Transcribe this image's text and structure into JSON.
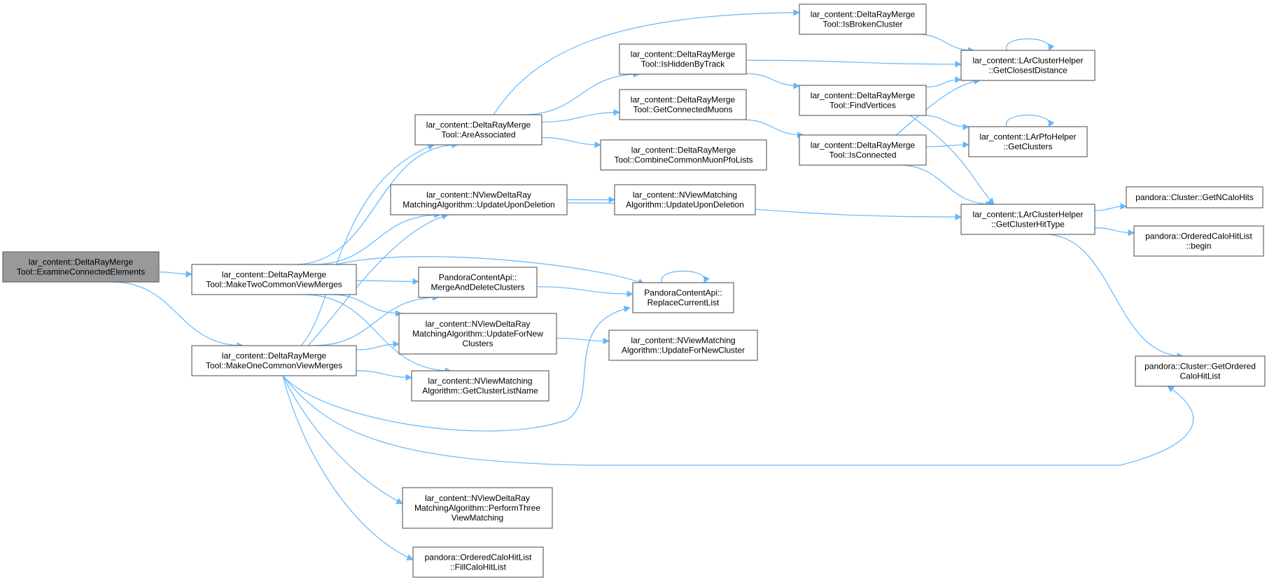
{
  "graph": {
    "edge_color": "#63b8ff",
    "root_fill": "#999999",
    "nodes": [
      {
        "id": "n0",
        "lines": [
          "lar_content::DeltaRayMerge",
          "Tool::ExamineConnectedElements"
        ],
        "root": true
      },
      {
        "id": "n1",
        "lines": [
          "lar_content::DeltaRayMerge",
          "Tool::MakeTwoCommonViewMerges"
        ]
      },
      {
        "id": "n2",
        "lines": [
          "lar_content::DeltaRayMerge",
          "Tool::MakeOneCommonViewMerges"
        ]
      },
      {
        "id": "n3",
        "lines": [
          "lar_content::DeltaRayMerge",
          "Tool::AreAssociated"
        ]
      },
      {
        "id": "n4",
        "lines": [
          "lar_content::NViewDeltaRay",
          "MatchingAlgorithm::UpdateUponDeletion"
        ]
      },
      {
        "id": "n5",
        "lines": [
          "PandoraContentApi::",
          "MergeAndDeleteClusters"
        ]
      },
      {
        "id": "n6",
        "lines": [
          "lar_content::NViewDeltaRay",
          "MatchingAlgorithm::UpdateForNew",
          "Clusters"
        ]
      },
      {
        "id": "n7",
        "lines": [
          "lar_content::NViewMatching",
          "Algorithm::GetClusterListName"
        ]
      },
      {
        "id": "n8",
        "lines": [
          "lar_content::NViewDeltaRay",
          "MatchingAlgorithm::PerformThree",
          "ViewMatching"
        ]
      },
      {
        "id": "n9",
        "lines": [
          "pandora::OrderedCaloHitList",
          "::FillCaloHitList"
        ]
      },
      {
        "id": "n10",
        "lines": [
          "lar_content::DeltaRayMerge",
          "Tool::IsHiddenByTrack"
        ]
      },
      {
        "id": "n11",
        "lines": [
          "lar_content::DeltaRayMerge",
          "Tool::GetConnectedMuons"
        ]
      },
      {
        "id": "n12",
        "lines": [
          "lar_content::DeltaRayMerge",
          "Tool::CombineCommonMuonPfoLists"
        ]
      },
      {
        "id": "n13",
        "lines": [
          "lar_content::NViewMatching",
          "Algorithm::UpdateUponDeletion"
        ]
      },
      {
        "id": "n14",
        "lines": [
          "PandoraContentApi::",
          "ReplaceCurrentList"
        ]
      },
      {
        "id": "n15",
        "lines": [
          "lar_content::NViewMatching",
          "Algorithm::UpdateForNewCluster"
        ]
      },
      {
        "id": "n16",
        "lines": [
          "lar_content::DeltaRayMerge",
          "Tool::IsBrokenCluster"
        ]
      },
      {
        "id": "n17",
        "lines": [
          "lar_content::DeltaRayMerge",
          "Tool::FindVertices"
        ]
      },
      {
        "id": "n18",
        "lines": [
          "lar_content::DeltaRayMerge",
          "Tool::IsConnected"
        ]
      },
      {
        "id": "n19",
        "lines": [
          "lar_content::LArClusterHelper",
          "::GetClosestDistance"
        ]
      },
      {
        "id": "n20",
        "lines": [
          "lar_content::LArPfoHelper",
          "::GetClusters"
        ]
      },
      {
        "id": "n21",
        "lines": [
          "lar_content::LArClusterHelper",
          "::GetClusterHitType"
        ]
      },
      {
        "id": "n22",
        "lines": [
          "pandora::Cluster::GetNCaloHits"
        ]
      },
      {
        "id": "n23",
        "lines": [
          "pandora::OrderedCaloHitList",
          "::begin"
        ]
      },
      {
        "id": "n24",
        "lines": [
          "pandora::Cluster::GetOrdered",
          "CaloHitList"
        ]
      }
    ],
    "edges": [
      {
        "from": "n0",
        "to": "n1"
      },
      {
        "from": "n0",
        "to": "n2"
      },
      {
        "from": "n1",
        "to": "n3"
      },
      {
        "from": "n1",
        "to": "n4"
      },
      {
        "from": "n1",
        "to": "n5"
      },
      {
        "from": "n1",
        "to": "n14"
      },
      {
        "from": "n1",
        "to": "n6"
      },
      {
        "from": "n1",
        "to": "n7"
      },
      {
        "from": "n2",
        "to": "n3"
      },
      {
        "from": "n2",
        "to": "n4"
      },
      {
        "from": "n2",
        "to": "n5"
      },
      {
        "from": "n2",
        "to": "n6"
      },
      {
        "from": "n2",
        "to": "n7"
      },
      {
        "from": "n2",
        "to": "n14"
      },
      {
        "from": "n2",
        "to": "n24"
      },
      {
        "from": "n2",
        "to": "n8"
      },
      {
        "from": "n2",
        "to": "n9"
      },
      {
        "from": "n3",
        "to": "n16"
      },
      {
        "from": "n3",
        "to": "n10"
      },
      {
        "from": "n3",
        "to": "n11"
      },
      {
        "from": "n3",
        "to": "n12"
      },
      {
        "from": "n4",
        "to": "n13"
      },
      {
        "from": "n4",
        "to": "n21"
      },
      {
        "from": "n5",
        "to": "n14"
      },
      {
        "from": "n6",
        "to": "n15"
      },
      {
        "from": "n10",
        "to": "n19"
      },
      {
        "from": "n10",
        "to": "n17"
      },
      {
        "from": "n11",
        "to": "n18"
      },
      {
        "from": "n14",
        "to": "n14"
      },
      {
        "from": "n16",
        "to": "n19"
      },
      {
        "from": "n17",
        "to": "n19"
      },
      {
        "from": "n17",
        "to": "n20"
      },
      {
        "from": "n17",
        "to": "n21"
      },
      {
        "from": "n18",
        "to": "n19"
      },
      {
        "from": "n18",
        "to": "n20"
      },
      {
        "from": "n18",
        "to": "n21"
      },
      {
        "from": "n19",
        "to": "n19"
      },
      {
        "from": "n20",
        "to": "n20"
      },
      {
        "from": "n21",
        "to": "n22"
      },
      {
        "from": "n21",
        "to": "n23"
      },
      {
        "from": "n21",
        "to": "n24"
      }
    ]
  }
}
